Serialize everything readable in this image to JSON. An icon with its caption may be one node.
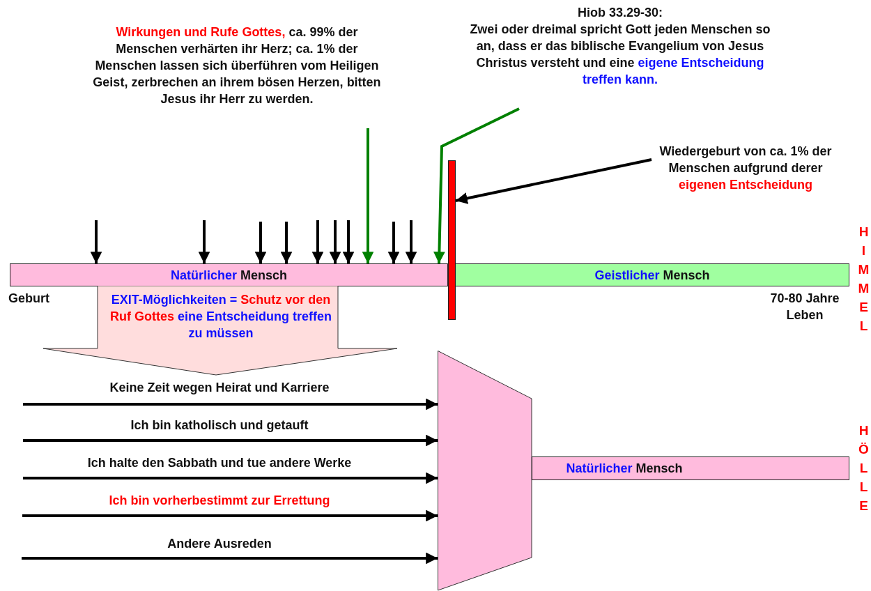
{
  "diagram": {
    "nodes": [
      {
        "text": [
          "Wirkungen und Rufe Gottes, ca. 99% der Menschen verhärten ihr Herz; ca. 1% der Menschen lassen sich überführen vom Heiligen Geist, zerbrechen an ihrem bösen Herzen, bitten Jesus ihr Herr zu werden."
        ]
      },
      {
        "text": [
          "Hiob 33.29-30:",
          "Zwei oder dreimal spricht Gott jeden Menschen so an, dass er das biblische Evangelium von Jesus Christus versteht und eine eigene Entscheidung treffen kann."
        ]
      },
      {
        "text": [
          "Wiedergeburt von ca. 1% der Menschen aufgrund derer eigenen Entscheidung"
        ]
      },
      {
        "text": [],
        "shape": "bar"
      },
      {
        "text": [
          "Natürlicher Mensch"
        ]
      },
      {
        "text": [
          "Geistlicher Mensch"
        ]
      },
      {
        "text": [
          "EXIT-Möglichkeiten = Schutz vor den Ruf Gottes eine Entscheidung treffen zu müssen"
        ]
      },
      {
        "text": [],
        "shape": "trapezoid"
      },
      {
        "text": [
          "Natürlicher Mensch"
        ]
      }
    ],
    "edges": [
      {
        "from": 0,
        "to": 4,
        "arrow": "to",
        "color": "#008000"
      },
      {
        "from": 1,
        "to": 4,
        "arrow": "to",
        "color": "#008000"
      },
      {
        "from": 2,
        "to": 3,
        "arrow": "to"
      },
      {
        "from": null,
        "to": 4,
        "arrow": "to"
      },
      {
        "from": null,
        "to": 4,
        "arrow": "to"
      },
      {
        "from": null,
        "to": 4,
        "arrow": "to"
      },
      {
        "from": null,
        "to": 4,
        "arrow": "to"
      },
      {
        "from": null,
        "to": 4,
        "arrow": "to"
      },
      {
        "from": null,
        "to": 4,
        "arrow": "to"
      },
      {
        "from": null,
        "to": 4,
        "arrow": "to"
      },
      {
        "from": null,
        "to": 4,
        "arrow": "to"
      },
      {
        "from": null,
        "to": 4,
        "arrow": "to"
      },
      {
        "from": null,
        "to": 7,
        "arrow": "to",
        "label": "Keine Zeit wegen Heirat und Karriere"
      },
      {
        "from": null,
        "to": 7,
        "arrow": "to",
        "label": "Ich bin katholisch und getauft"
      },
      {
        "from": null,
        "to": 7,
        "arrow": "to",
        "label": "Ich halte den Sabbath und tue andere Werke"
      },
      {
        "from": null,
        "to": 7,
        "arrow": "to",
        "label": "Ich bin vorherbestimmt zur Errettung"
      },
      {
        "from": null,
        "to": 7,
        "arrow": "to",
        "label": "Andere Ausreden"
      }
    ],
    "labels": [
      "Geburt",
      "70-80 Jahre Leben",
      "HIMMEL",
      "HÖLLE"
    ]
  }
}
